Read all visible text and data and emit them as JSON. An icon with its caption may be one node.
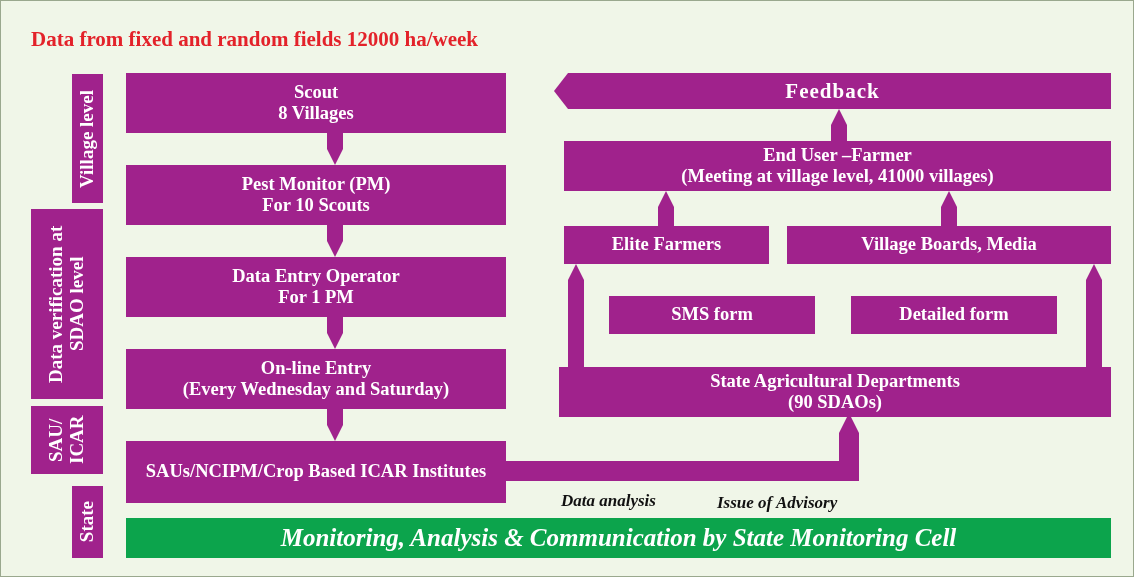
{
  "diagram": {
    "title": "Data from fixed and random fields 12000 ha/week",
    "nodes": [
      {
        "text": [
          "Village level"
        ]
      },
      {
        "text": [
          "Data verification at SDAO level"
        ]
      },
      {
        "text": [
          "SAU/ ICAR"
        ]
      },
      {
        "text": [
          "State"
        ]
      },
      {
        "text": [
          "Scout",
          "8 Villages"
        ]
      },
      {
        "text": [
          "Pest Monitor (PM)",
          "For 10 Scouts"
        ]
      },
      {
        "text": [
          "Data Entry Operator",
          "For 1 PM"
        ]
      },
      {
        "text": [
          "On-line Entry",
          "(Every Wednesday and Saturday)"
        ]
      },
      {
        "text": [
          "SAUs/NCIPM/Crop Based ICAR Institutes"
        ]
      },
      {
        "text": [
          "Feedback"
        ]
      },
      {
        "text": [
          "End User –Farmer",
          "(Meeting at village level, 41000 villages)"
        ]
      },
      {
        "text": [
          "Elite Farmers"
        ]
      },
      {
        "text": [
          "Village Boards,  Media"
        ]
      },
      {
        "text": [
          "SMS form"
        ]
      },
      {
        "text": [
          "Detailed form"
        ]
      },
      {
        "text": [
          "State Agricultural Departments",
          "(90 SDAOs)"
        ]
      },
      {
        "text": [
          "Monitoring, Analysis & Communication by State Monitoring Cell"
        ]
      }
    ],
    "edges": [
      {
        "from": 4,
        "to": 5,
        "arrow": "to"
      },
      {
        "from": 5,
        "to": 6,
        "arrow": "to"
      },
      {
        "from": 6,
        "to": 7,
        "arrow": "to"
      },
      {
        "from": 7,
        "to": 8,
        "arrow": "to"
      },
      {
        "from": 8,
        "to": 15,
        "arrow": "to"
      },
      {
        "from": 15,
        "to": 11,
        "arrow": "to"
      },
      {
        "from": 15,
        "to": 12,
        "arrow": "to"
      },
      {
        "from": 11,
        "to": 10,
        "arrow": "to"
      },
      {
        "from": 12,
        "to": 10,
        "arrow": "to"
      },
      {
        "from": 10,
        "to": 9,
        "arrow": "to"
      }
    ],
    "labels": [
      "Data analysis",
      "Issue of Advisory"
    ]
  }
}
